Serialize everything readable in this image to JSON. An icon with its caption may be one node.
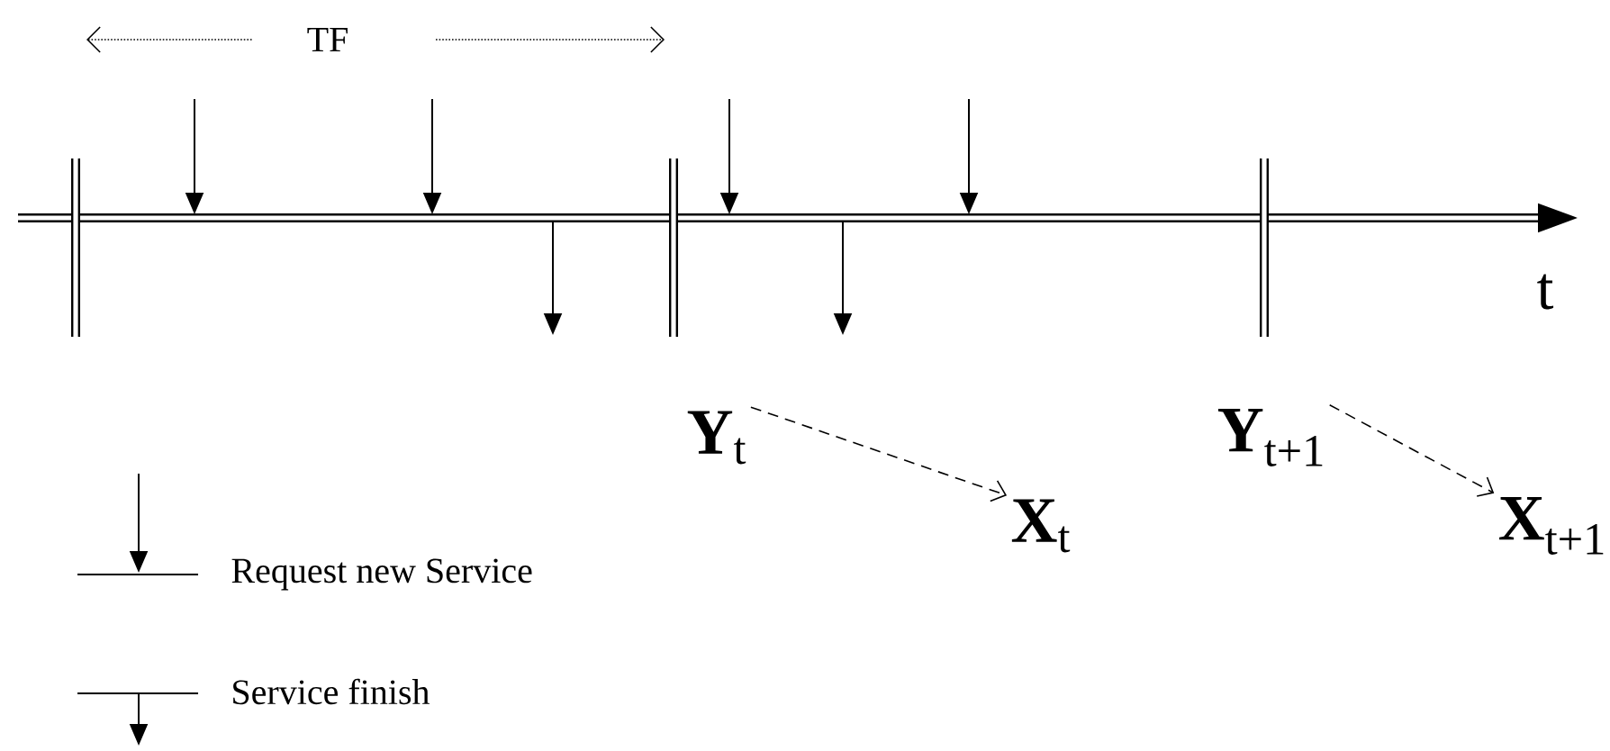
{
  "diagram": {
    "nodes": [
      {
        "text": [
          "**Y**$_{t}$"
        ]
      },
      {
        "text": [
          "**X**$_{t}$"
        ]
      },
      {
        "text": [
          "**Y**$_{t+1}$"
        ]
      },
      {
        "text": [
          "**X**$_{t+1}$"
        ]
      }
    ],
    "edges": [
      {
        "from": 0,
        "to": 1,
        "arrow": "to",
        "style": "dashed"
      },
      {
        "from": 2,
        "to": 3,
        "arrow": "to",
        "style": "dashed"
      }
    ],
    "labels": [
      "TF",
      "t"
    ],
    "legend": [
      {
        "text": "Request new Service"
      },
      {
        "text": "Service finish"
      }
    ]
  }
}
